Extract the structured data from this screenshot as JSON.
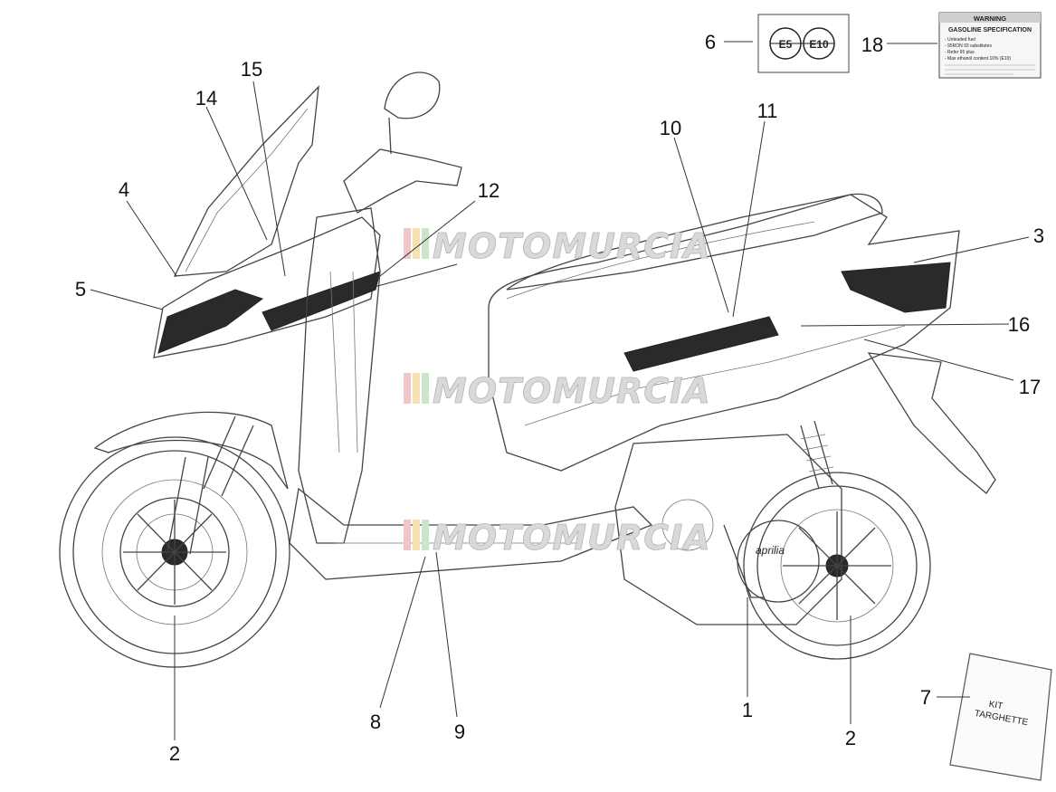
{
  "callouts": {
    "c1": "1",
    "c2a": "2",
    "c2b": "2",
    "c3": "3",
    "c4": "4",
    "c5": "5",
    "c6": "6",
    "c7": "7",
    "c8": "8",
    "c9": "9",
    "c10": "10",
    "c11": "11",
    "c12": "12",
    "c14": "14",
    "c15": "15",
    "c16": "16",
    "c17": "17",
    "c18": "18"
  },
  "label_6": {
    "badge_left": "E5",
    "badge_right": "E10"
  },
  "label_18": {
    "warning": "WARNING",
    "heading": "GASOLINE SPECIFICATION",
    "line1": "- Unleaded fuel",
    "line2": "- 95RON  93 substitutes",
    "line3": "- Refer 95 plus",
    "line4": "- Max ethanol content 10% (E10)"
  },
  "kit": {
    "line1": "KIT",
    "line2": "TARGHETTE"
  },
  "watermark": "MOTOMURCIA",
  "brand_decal": "aprilia",
  "colors": {
    "ink": "#111111",
    "line": "#444444",
    "watermark": "#d9d9d9",
    "panel": "#2a2a2a"
  }
}
